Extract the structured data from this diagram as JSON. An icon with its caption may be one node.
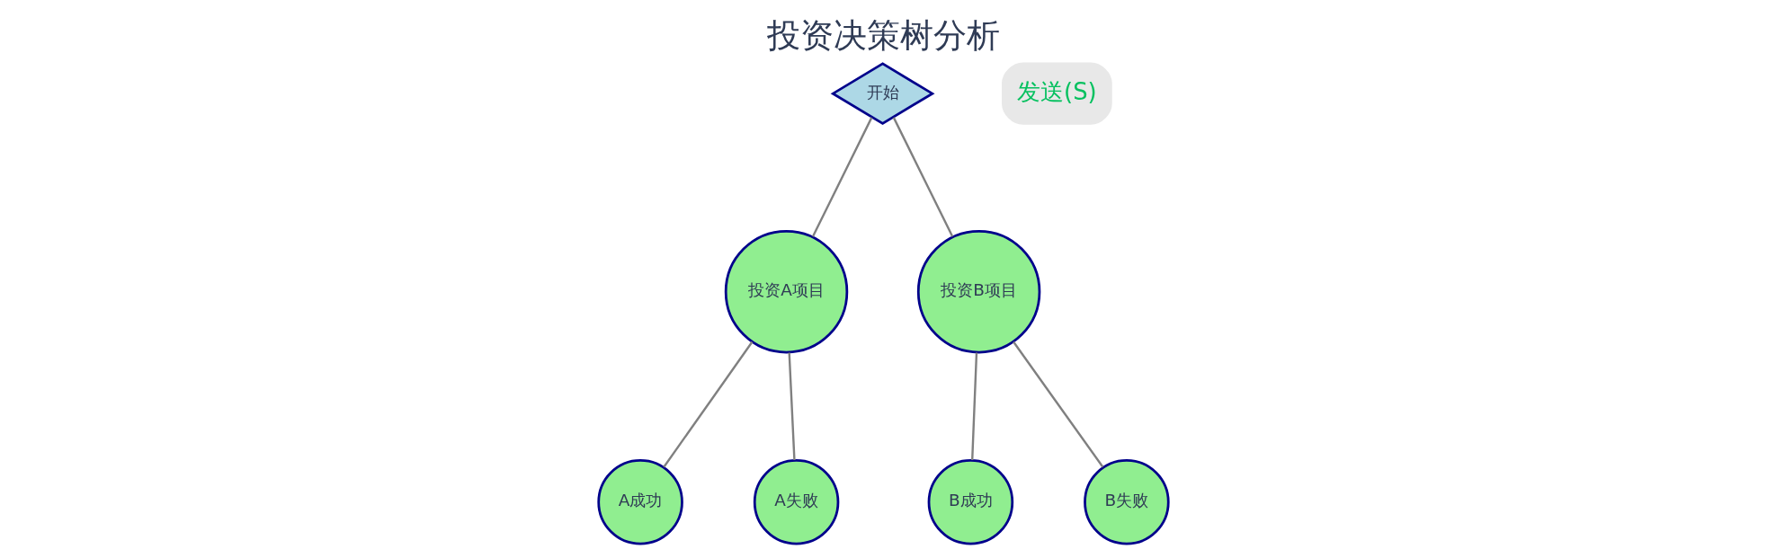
{
  "diagram": {
    "title": "投资决策树分析",
    "nodes": [
      {
        "text": [
          "开始"
        ]
      },
      {
        "text": [
          "投资A项目"
        ]
      },
      {
        "text": [
          "投资B项目"
        ]
      },
      {
        "text": [
          "A成功"
        ]
      },
      {
        "text": [
          "A失败"
        ]
      },
      {
        "text": [
          "B成功"
        ]
      },
      {
        "text": [
          "B失败"
        ]
      }
    ],
    "edges": [
      {
        "from": 0,
        "to": 1,
        "arrow": "none"
      },
      {
        "from": 0,
        "to": 2,
        "arrow": "none"
      },
      {
        "from": 1,
        "to": 3,
        "arrow": "none"
      },
      {
        "from": 1,
        "to": 4,
        "arrow": "none"
      },
      {
        "from": 2,
        "to": 5,
        "arrow": "none"
      },
      {
        "from": 2,
        "to": 6,
        "arrow": "none"
      }
    ],
    "labels": [
      "发送(S)"
    ]
  }
}
